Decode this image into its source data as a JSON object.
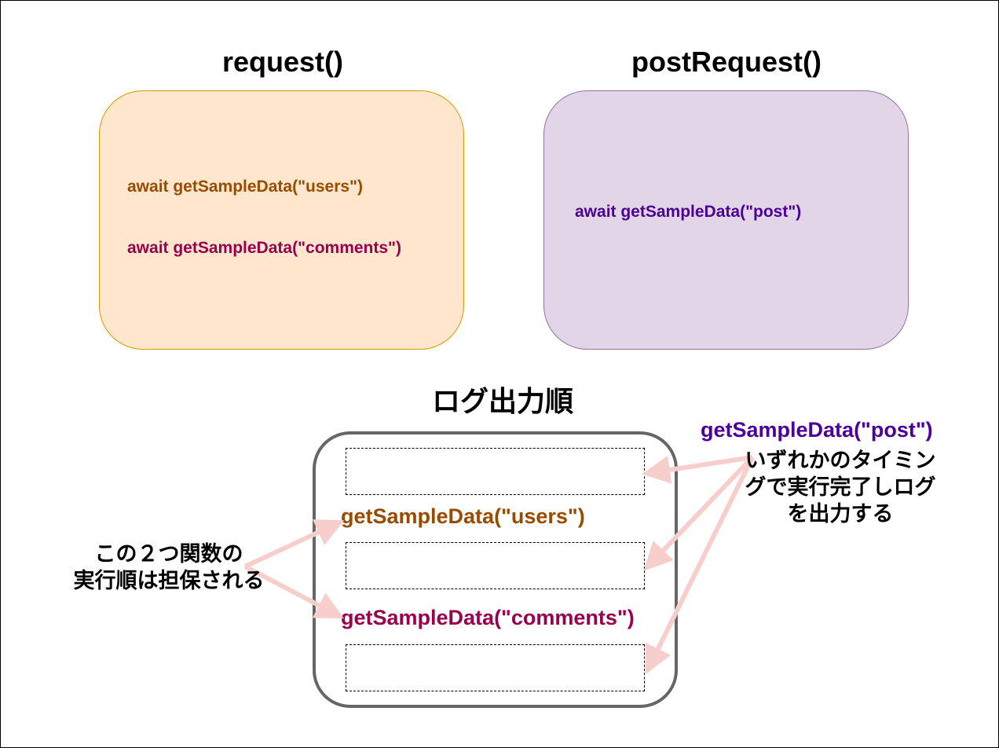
{
  "titles": {
    "request": "request()",
    "post_request": "postRequest()",
    "log_order": "ログ出力順"
  },
  "request_box": {
    "line1": "await getSampleData(\"users\")",
    "line2": "await getSampleData(\"comments\")"
  },
  "post_request_box": {
    "line1": "await getSampleData(\"post\")"
  },
  "log": {
    "users": "getSampleData(\"users\")",
    "comments": "getSampleData(\"comments\")"
  },
  "notes": {
    "left_line1": "この２つ関数の",
    "left_line2": "実行順は担保される",
    "right_header": "getSampleData(\"post\")",
    "right_line1": "いずれかのタイミン",
    "right_line2": "グで実行完了しログ",
    "right_line3": "を出力する"
  },
  "colors": {
    "users": "#994c00",
    "comments": "#99004d",
    "post": "#4c0099",
    "arrow": "#f8cecc",
    "request_fill": "#ffe6cc",
    "post_fill": "#e1d5e7"
  }
}
